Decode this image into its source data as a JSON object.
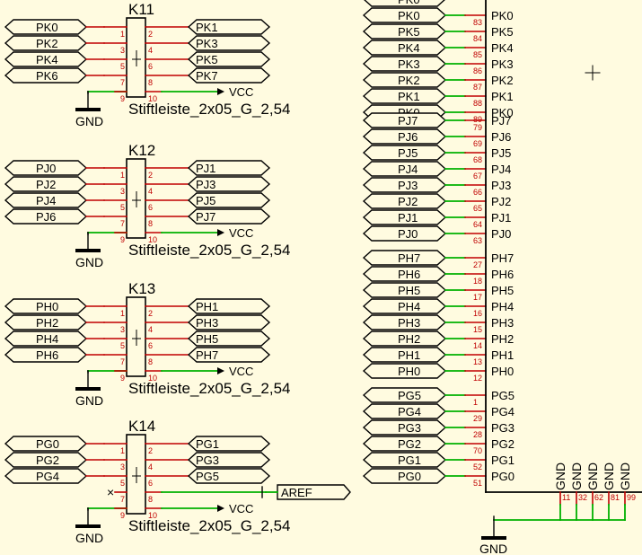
{
  "colors": {
    "background": "#fffbe0",
    "wire": "#00b000",
    "pin": "#c00000",
    "outline": "#000000"
  },
  "headers": [
    {
      "name": "K11",
      "value": "Stiftleiste_2x05_G_2,54",
      "left": [
        "PK0",
        "PK2",
        "PK4",
        "PK6"
      ],
      "right": [
        "PK1",
        "PK3",
        "PK5",
        "PK7"
      ],
      "aref": false
    },
    {
      "name": "K12",
      "value": "Stiftleiste_2x05_G_2,54",
      "left": [
        "PJ0",
        "PJ2",
        "PJ4",
        "PJ6"
      ],
      "right": [
        "PJ1",
        "PJ3",
        "PJ5",
        "PJ7"
      ],
      "aref": false
    },
    {
      "name": "K13",
      "value": "Stiftleiste_2x05_G_2,54",
      "left": [
        "PH0",
        "PH2",
        "PH4",
        "PH6"
      ],
      "right": [
        "PH1",
        "PH3",
        "PH5",
        "PH7"
      ],
      "aref": false
    },
    {
      "name": "K14",
      "value": "Stiftleiste_2x05_G_2,54",
      "left": [
        "PG0",
        "PG2",
        "PG4"
      ],
      "right": [
        "PG1",
        "PG3",
        "PG5"
      ],
      "aref": true
    }
  ],
  "pin_numbers_left": [
    "1",
    "3",
    "5",
    "7",
    "9"
  ],
  "pin_numbers_right": [
    "2",
    "4",
    "6",
    "8",
    "10"
  ],
  "vcc_label": "VCC",
  "gnd_label": "GND",
  "aref_label": "AREF",
  "mcu_groups": [
    {
      "nets": [
        "PK0",
        "PK5",
        "PK4",
        "PK3",
        "PK2",
        "PK1",
        "PK0"
      ],
      "labels": [
        "PK0",
        "PK5",
        "PK4",
        "PK3",
        "PK2",
        "PK1",
        "PK0"
      ],
      "pins": [
        "",
        "83",
        "84",
        "85",
        "86",
        "87",
        "88",
        "89"
      ]
    },
    {
      "nets": [
        "PJ7",
        "PJ6",
        "PJ5",
        "PJ4",
        "PJ3",
        "PJ2",
        "PJ1",
        "PJ0"
      ],
      "labels": [
        "PJ7",
        "PJ6",
        "PJ5",
        "PJ4",
        "PJ3",
        "PJ2",
        "PJ1",
        "PJ0"
      ],
      "pins": [
        "79",
        "69",
        "68",
        "67",
        "66",
        "65",
        "64",
        "63"
      ]
    },
    {
      "nets": [
        "PH7",
        "PH6",
        "PH5",
        "PH4",
        "PH3",
        "PH2",
        "PH1",
        "PH0"
      ],
      "labels": [
        "PH7",
        "PH6",
        "PH5",
        "PH4",
        "PH3",
        "PH2",
        "PH1",
        "PH0"
      ],
      "pins": [
        "27",
        "18",
        "17",
        "16",
        "15",
        "14",
        "13",
        "12"
      ]
    },
    {
      "nets": [
        "PG5",
        "PG4",
        "PG3",
        "PG2",
        "PG1",
        "PG0"
      ],
      "labels": [
        "PG5",
        "PG4",
        "PG3",
        "PG2",
        "PG1",
        "PG0"
      ],
      "pins": [
        "1",
        "29",
        "28",
        "70",
        "52",
        "51"
      ]
    }
  ],
  "mcu_gnd_pins": [
    "11",
    "32",
    "62",
    "81",
    "99"
  ],
  "mcu_gnd_labels": [
    "GND",
    "GND",
    "GND",
    "GND",
    "GND"
  ]
}
